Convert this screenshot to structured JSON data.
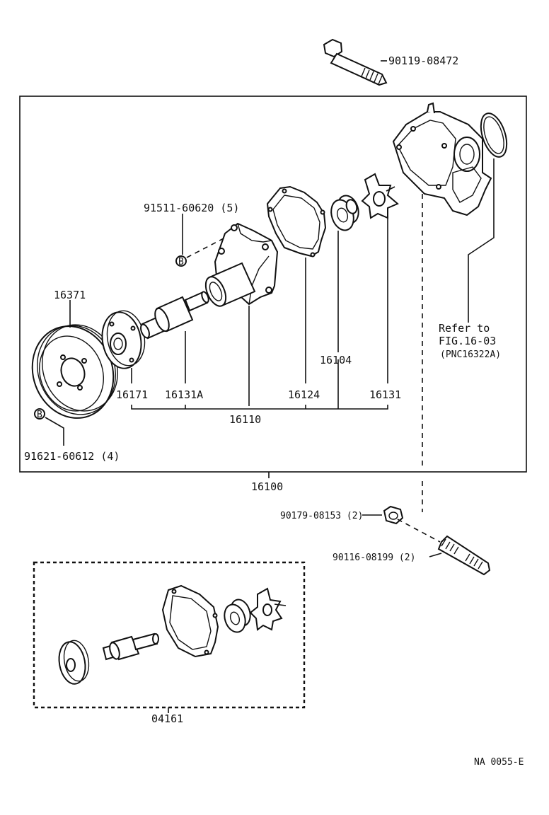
{
  "labels": {
    "bolt_top": "90119-08472",
    "bolt_5": "91511-60620 (5)",
    "pulley": "16371",
    "bolt_4": "91621-60612 (4)",
    "flange": "16171",
    "shaft": "16131A",
    "body": "16110",
    "gasket": "16124",
    "seal": "16104",
    "impeller": "16131",
    "assembly": "16100",
    "refer_1": "Refer to",
    "refer_2": "FIG.16-03",
    "refer_3": "(PNC16322A)",
    "nut": "90179-08153 (2)",
    "stud": "90116-08199 (2)",
    "kit": "04161",
    "marker_b": "B",
    "drawing_code": "NA 0055-E"
  }
}
